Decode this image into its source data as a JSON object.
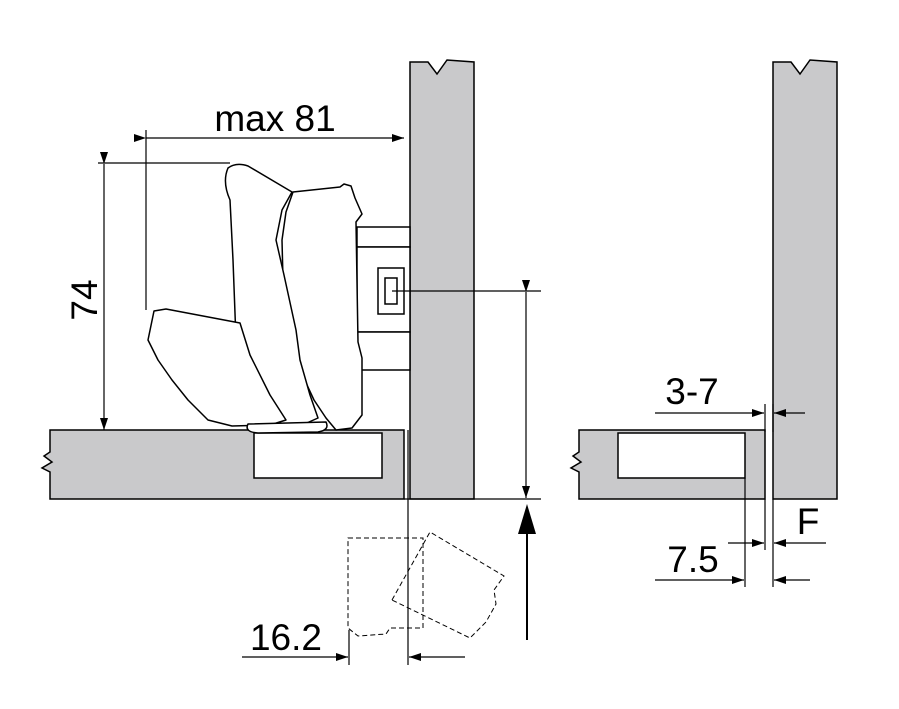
{
  "colors": {
    "panel_fill": "#c9c9cb",
    "hinge_fill": "#ffffff",
    "stroke": "#000000",
    "background": "#ffffff"
  },
  "labels": {
    "max_depth": "max 81",
    "height": "74",
    "offset": "16.2",
    "overlay_range": "3-7",
    "gap": "7.5",
    "f": "F"
  },
  "icons": {
    "break_mark": "zigzag-break-icon",
    "direction_arrow": "up-arrow-icon"
  }
}
